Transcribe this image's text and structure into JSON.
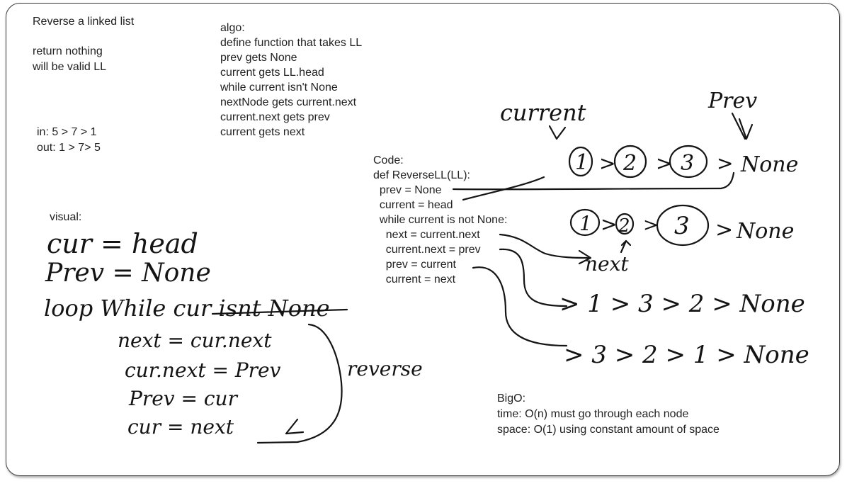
{
  "problem": {
    "title": "Reverse a linked list",
    "notes": [
      "return nothing",
      "will be valid LL"
    ],
    "input": "in: 5 > 7 > 1",
    "output": "out: 1 > 7> 5"
  },
  "algo": {
    "heading": "algo:",
    "steps": [
      "define function that takes LL",
      "prev gets None",
      "current gets LL.head",
      "while current isn't None",
      "nextNode gets current.next",
      "current.next gets prev",
      "current gets next"
    ]
  },
  "code": {
    "heading": "Code:",
    "lines": [
      "def ReverseLL(LL):",
      "  prev = None",
      "  current = head",
      "  while current is not None:",
      "    next = current.next",
      "    current.next = prev",
      "    prev = current",
      "    current = next"
    ]
  },
  "bigo": {
    "heading": "BigO:",
    "time": "time: O(n) must go through each node",
    "space": "space: O(1) using constant amount of space"
  },
  "visual": {
    "heading": "visual:",
    "handwritten": [
      "cur = head",
      "Prev = None",
      "loop While cur isnt None",
      "next = cur.next",
      "cur.next = Prev",
      "Prev = cur",
      "cur = next"
    ],
    "bracket_label": "reverse"
  },
  "diagram": {
    "current_label": "current",
    "prev_label": "Prev",
    "next_label": "next",
    "row1": "(1) > (2) > (3) > None",
    "row2": "(1) > (2) > (3) > None",
    "row3": "> 1 > 3 > 2 > None",
    "row4": "> 3 > 2 > 1 > None"
  },
  "colors": {
    "ink": "#141414",
    "text": "#222222",
    "border": "#3a3a3a",
    "background": "#ffffff"
  }
}
